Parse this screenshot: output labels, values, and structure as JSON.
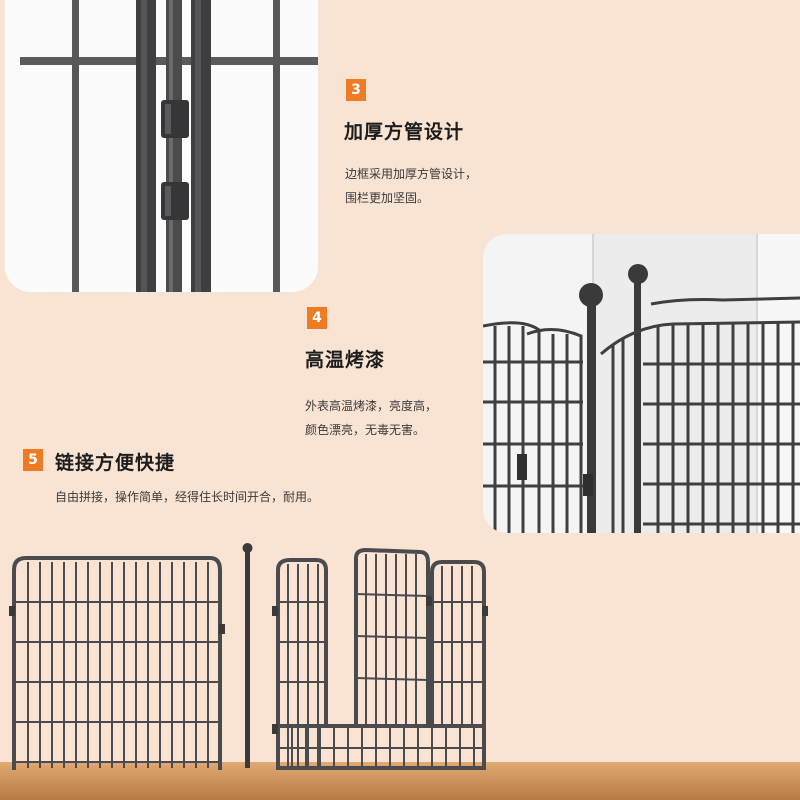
{
  "colors": {
    "background": "#f9e3d3",
    "badge": "#ef7b24",
    "metal": "#4a4a4c",
    "floor": "#c98d57"
  },
  "sections": [
    {
      "number": "3",
      "title": "加厚方管设计",
      "lines": [
        "边框采用加厚方管设计，",
        "围栏更加坚固。"
      ]
    },
    {
      "number": "4",
      "title": "高温烤漆",
      "lines": [
        "外表高温烤漆，亮度高，",
        "颜色漂亮，无毒无害。"
      ]
    },
    {
      "number": "5",
      "title": "链接方便快捷",
      "lines": [
        "自由拼接，操作简单，经得住长时间开合，耐用。"
      ]
    }
  ]
}
